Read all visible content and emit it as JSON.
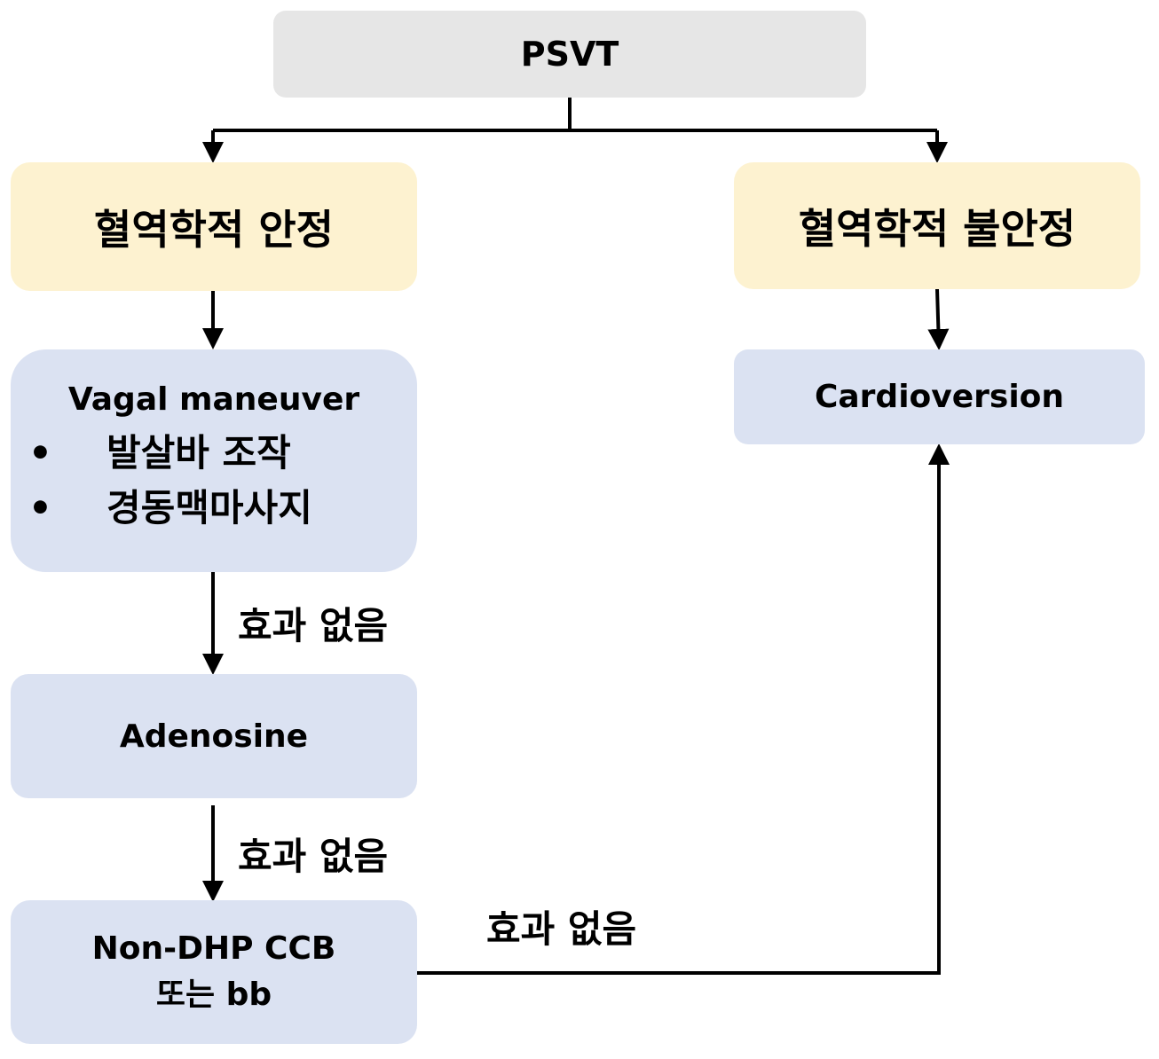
{
  "nodes": {
    "root": "PSVT",
    "stable": "혈역학적 안정",
    "unstable": "혈역학적 불안정",
    "vagal": {
      "title": "Vagal maneuver",
      "bullet": "•",
      "items": [
        "발살바 조작",
        "경동맥마사지"
      ]
    },
    "cardioversion": "Cardioversion",
    "adenosine": "Adenosine",
    "ccb": {
      "line1": "Non-DHP CCB",
      "line2": "또는 bb"
    }
  },
  "edges": {
    "no_effect_1": "효과 없음",
    "no_effect_2": "효과 없음",
    "no_effect_3": "효과 없음"
  },
  "colors": {
    "root_fill": "#e6e6e6",
    "state_fill": "#fdf2d0",
    "action_fill": "#dbe2f2",
    "line": "#000000"
  }
}
